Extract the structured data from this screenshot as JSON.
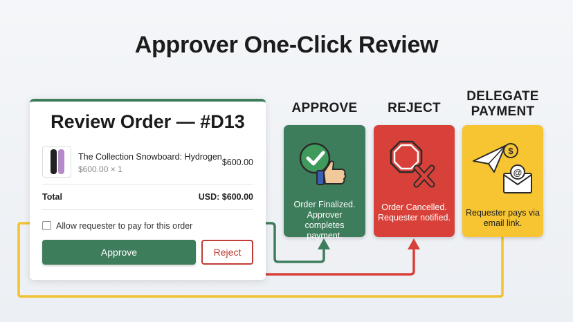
{
  "title": "Approver One-Click Review",
  "card": {
    "title": "Review Order — #D13",
    "product": {
      "name": "The Collection Snowboard: Hydrogen",
      "sub": "$600.00 × 1",
      "price": "$600.00"
    },
    "total_label": "Total",
    "total_value": "USD: $600.00",
    "checkbox_label": "Allow requester to pay for this order",
    "approve_label": "Approve",
    "reject_label": "Reject"
  },
  "outcomes": {
    "approve": {
      "heading": "APPROVE",
      "text": "Order Finalized. Approver completes payment.",
      "color": "#3e7d5b"
    },
    "reject": {
      "heading": "REJECT",
      "text": "Order Cancelled. Requester notified.",
      "color": "#d8413a"
    },
    "delegate": {
      "heading": "DELEGATE PAYMENT",
      "text": "Requester pays via email link.",
      "color": "#f7c531"
    }
  },
  "icons": [
    "check-thumbs-up-icon",
    "stop-x-icon",
    "paper-plane-money-email-icon"
  ]
}
